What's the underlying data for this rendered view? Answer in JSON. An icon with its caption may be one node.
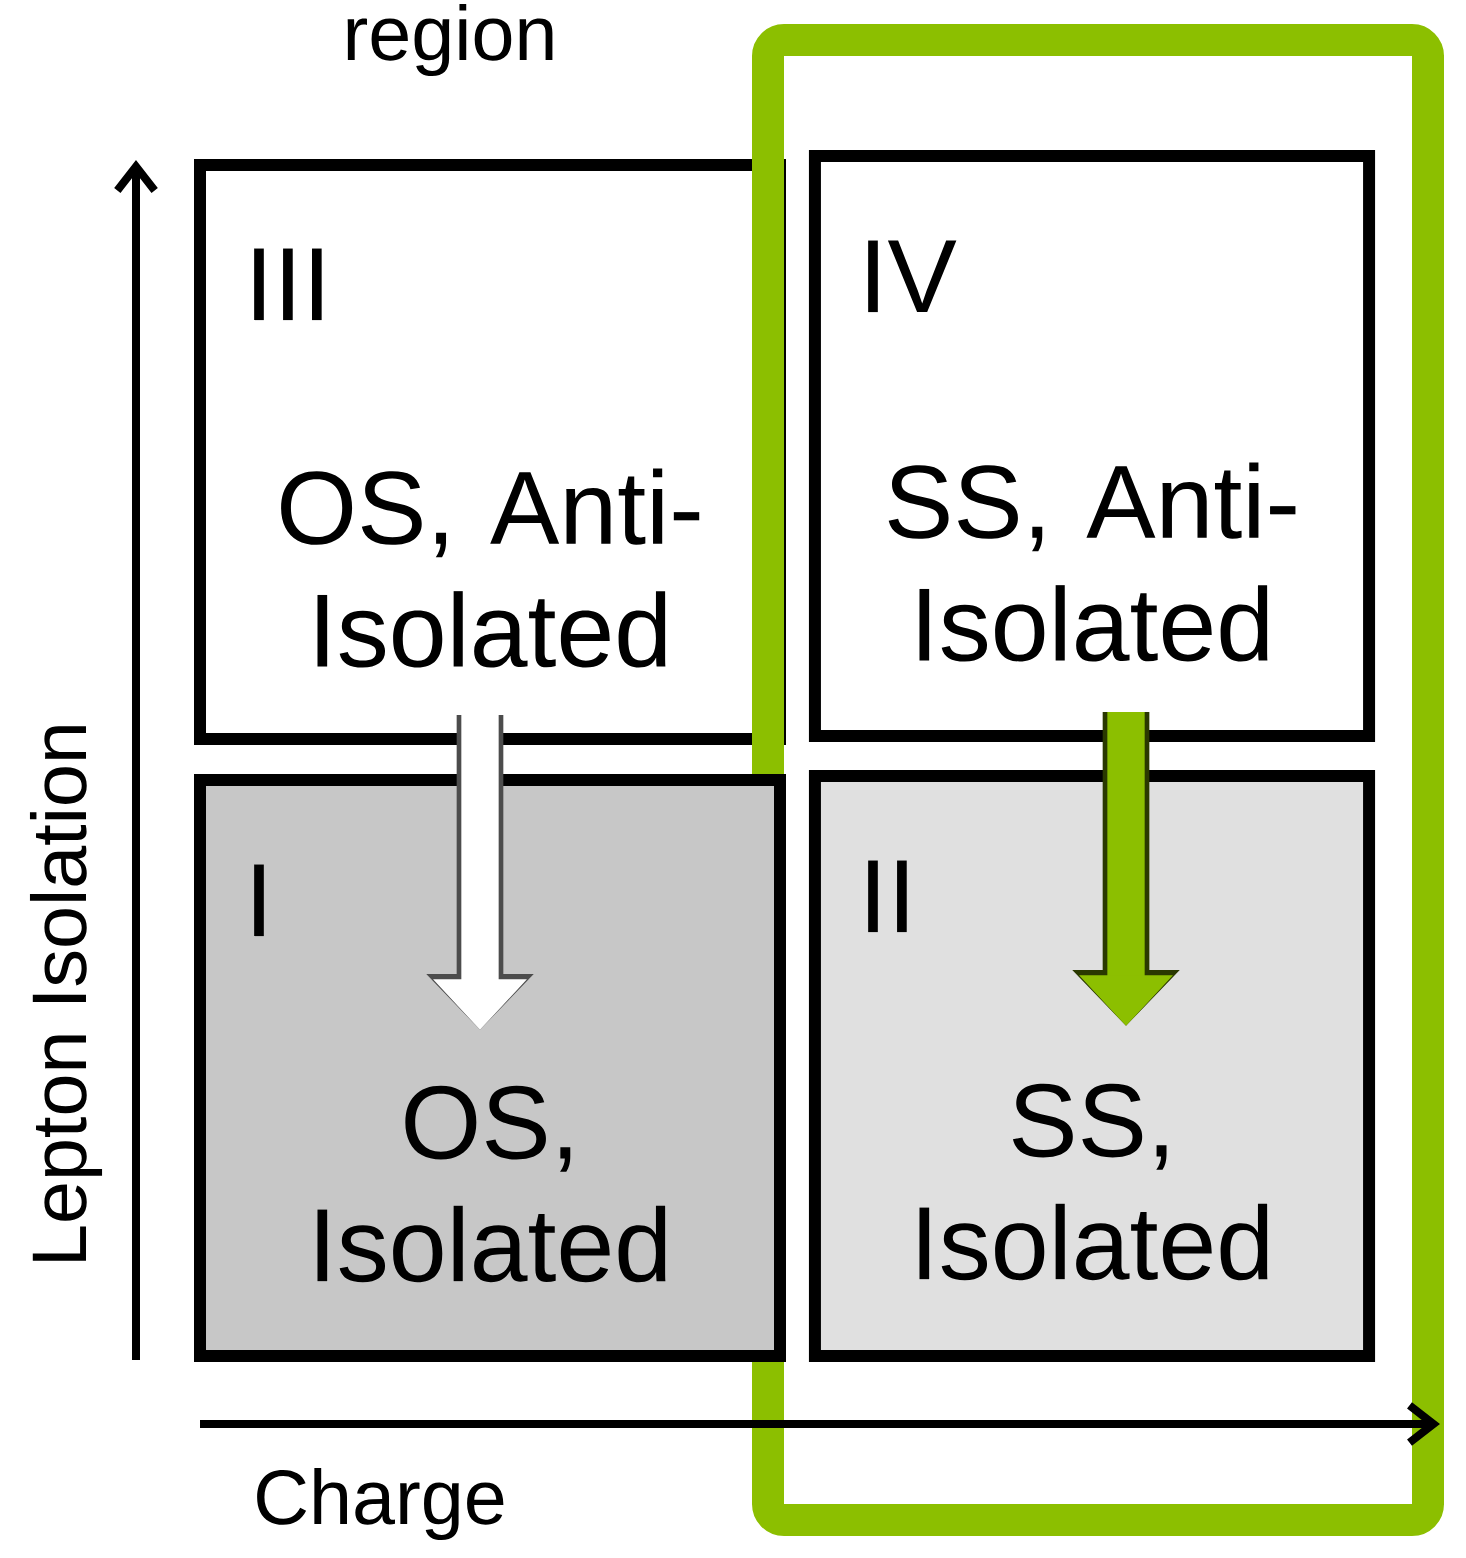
{
  "diagram": {
    "nodes": [
      {
        "text": [
          "III",
          "OS, Anti-Isolated"
        ]
      },
      {
        "text": [],
        "shape": "box"
      },
      {
        "text": [
          "IV",
          "SS, Anti-Isolated"
        ],
        "in": 1
      },
      {
        "text": [
          "I",
          "OS, Isolated"
        ]
      },
      {
        "text": [
          "II",
          "SS, Isolated"
        ],
        "in": 1
      }
    ],
    "edges": [
      {
        "from": 0,
        "to": 3,
        "arrow": "to",
        "color": "#ffffff"
      },
      {
        "from": 2,
        "to": 4,
        "arrow": "to",
        "color": "#8cbf00"
      }
    ],
    "labels": [
      "region",
      "Lepton Isolation",
      "Charge"
    ]
  }
}
